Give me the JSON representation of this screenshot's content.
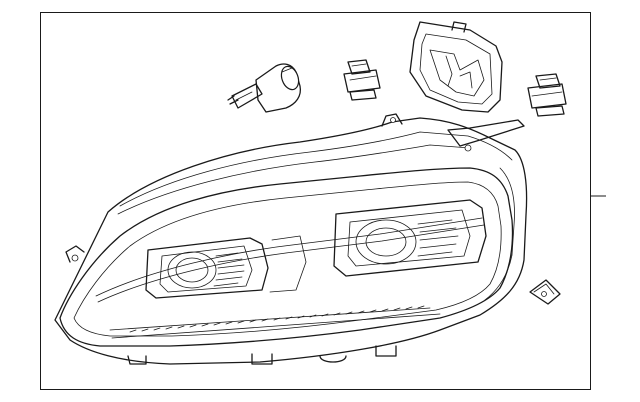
{
  "diagram": {
    "parts": [
      {
        "id": "headlamp-assembly"
      },
      {
        "id": "leveling-motor"
      },
      {
        "id": "bulb-socket-left"
      },
      {
        "id": "access-cover"
      },
      {
        "id": "bulb-socket-right"
      },
      {
        "id": "mounting-clip"
      }
    ],
    "frame_color": "#1a1a1a",
    "line_color": "#1a1a1a",
    "background": "#ffffff"
  }
}
